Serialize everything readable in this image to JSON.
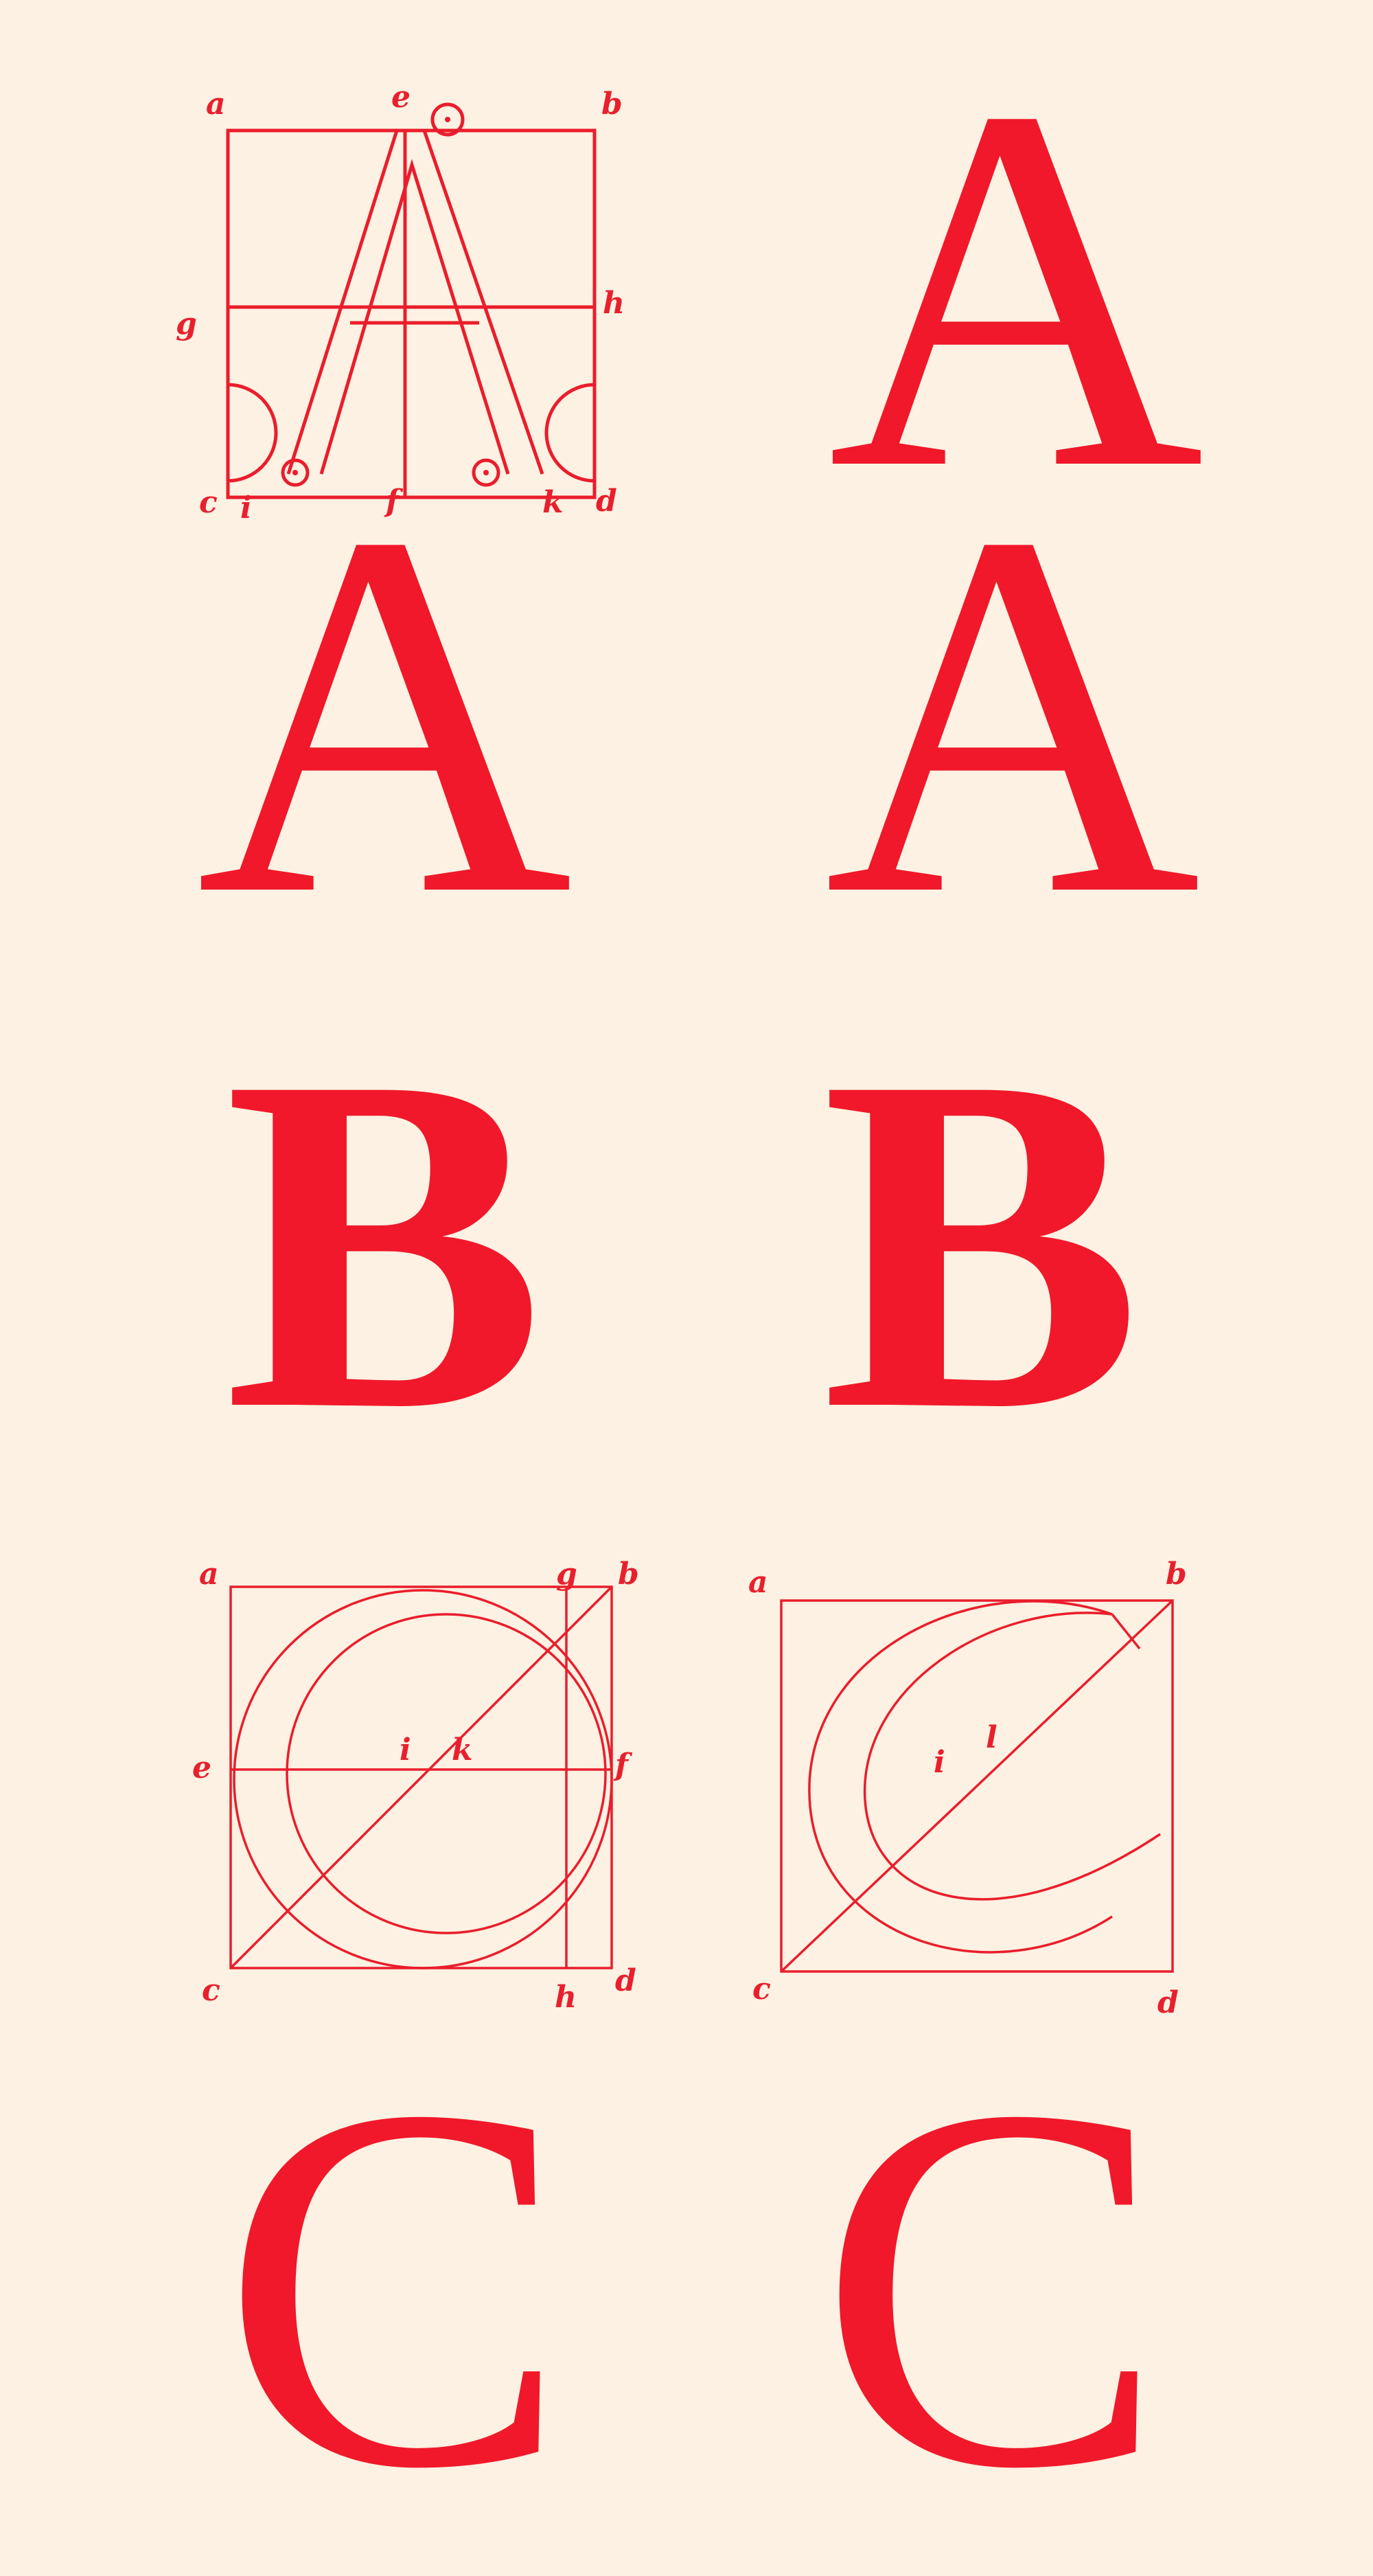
{
  "plate": {
    "ink_color": "#f0182a",
    "paper_color": "#fcf1e2"
  },
  "letters": {
    "a_construction": "A",
    "a_row1_right": "A",
    "a_row2_left": "A",
    "a_row2_right": "A",
    "b_left": "B",
    "b_right": "B",
    "c_left": "C",
    "c_right": "C"
  },
  "diagram_a": {
    "labels": {
      "a": "a",
      "b": "b",
      "c": "c",
      "d": "d",
      "e": "e",
      "f": "f",
      "g": "g",
      "h": "h",
      "i": "i",
      "k": "k"
    }
  },
  "diagram_c_left": {
    "labels": {
      "a": "a",
      "b": "b",
      "c": "c",
      "d": "d",
      "e": "e",
      "f": "f",
      "g": "g",
      "h": "h",
      "i": "i",
      "k": "k"
    }
  },
  "diagram_c_right": {
    "labels": {
      "a": "a",
      "b": "b",
      "c": "c",
      "d": "d",
      "i": "i",
      "l": "l"
    }
  }
}
